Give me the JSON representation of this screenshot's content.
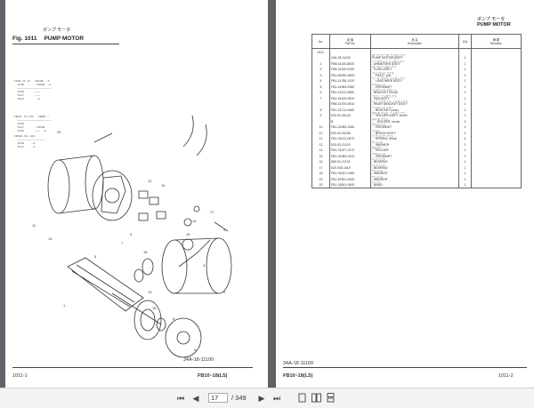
{
  "left_page": {
    "fig_label": "Fig. 1011",
    "fig_name": "PUMP MOTOR",
    "fig_name_jp": "ポンプ モータ",
    "footer_left": "1011-1",
    "footer_model": "FB10~18(LS)",
    "drawing_number": "34A-18-11100",
    "callouts": [
      "1",
      "2",
      "3",
      "4",
      "5",
      "6",
      "7",
      "8",
      "9",
      "10",
      "11",
      "12",
      "13",
      "14",
      "15",
      "16",
      "17",
      "18",
      "19",
      "20"
    ]
  },
  "right_page": {
    "header_jp": "ポンプ モータ",
    "header_en": "PUMP MOTOR",
    "columns": {
      "no": "No.",
      "part_jp": "品 番",
      "part_en": "Part No.",
      "desc_jp": "品 名",
      "desc_en": "Description",
      "qty": "Q'ty",
      "remarks_jp": "摘 要",
      "remarks_en": "Remarks"
    },
    "rows": [
      {
        "no": "1011-",
        "part": "",
        "desc_jp": "",
        "desc": "",
        "qty": ""
      },
      {
        "no": "",
        "part": "34A-18-11100",
        "desc_jp": "ポンプ モータ アッセンブリ",
        "desc": "PUMP MOTOR ASS'Y",
        "qty": "1"
      },
      {
        "no": "1",
        "part": "FB8-31100-8620",
        "desc_jp": "アーマチュア アッセンブリ",
        "desc": ". ARMATURE ASS'Y",
        "qty": "1"
      },
      {
        "no": "2",
        "part": "FB8-31200-8760",
        "desc_jp": "ヨーク アッセンブリ",
        "desc": ". YOKE ASS'Y",
        "qty": "1"
      },
      {
        "no": "3",
        "part": "FB1-83250-3500",
        "desc_jp": "フィールド コイル",
        "desc": ". . FIELD, coil",
        "qty": "2"
      },
      {
        "no": "4",
        "part": "FB1-41785-1310",
        "desc_jp": "リード ワイヤ アッセンブリ",
        "desc": ". . LEAD WIRE ASS'Y",
        "qty": "1"
      },
      {
        "no": "5",
        "part": "FB1-41953-0380",
        "desc_jp": "グロメット",
        "desc": ". . GROMMET",
        "qty": "1"
      },
      {
        "no": "6",
        "part": "FB1-41311-0580",
        "desc_jp": "ブラケット フロント",
        "desc": ". BRACKET (front)",
        "qty": "1"
      },
      {
        "no": "7",
        "part": "FB1-51420-0520",
        "desc_jp": "ファン アッセンブリ",
        "desc": ". FAN ASS'Y",
        "qty": "1"
      },
      {
        "no": "",
        "part": "FB8-31700-0510",
        "desc_jp": "リア ブラケット アッセンブリ",
        "desc": ". REAR BRACKET ASS'Y",
        "qty": "1"
      },
      {
        "no": "8",
        "part": "FB1-31711-0480",
        "desc_jp": "ブラケット リヤー",
        "desc": ". . BRACKET (rear)",
        "qty": "1"
      },
      {
        "no": "9",
        "part": "520-03-26143",
        "desc_jp": "ホルダ ブラシ アッセンブリ",
        "desc": ". . HOLDER ASS'Y, brush",
        "qty": "1"
      },
      {
        "no": "",
        "part": "B",
        "desc_jp": "ホルダ ブラシ",
        "desc": ". . . HOLDER, brush",
        "qty": "4"
      },
      {
        "no": "10",
        "part": "FB1-31953-3180",
        "desc_jp": "グロメット",
        "desc": ". . GROMMET",
        "qty": "1"
      },
      {
        "no": "11",
        "part": "520-03-26180",
        "desc_jp": "ブラシ",
        "desc": ". . BRUSH ASS'Y",
        "qty": "4"
      },
      {
        "no": "12",
        "part": "FB1-31513-0670",
        "desc_jp": "スプリング ブラシ",
        "desc": ". . SPRING, brush",
        "qty": "4"
      },
      {
        "no": "13",
        "part": "520-03-21100",
        "desc_jp": "ワッシャ",
        "desc": ". . WASHER",
        "qty": "1"
      },
      {
        "no": "14",
        "part": "FB1-31927-0170",
        "desc_jp": "ホルダー",
        "desc": ". . HOLDER",
        "qty": "1"
      },
      {
        "no": "15",
        "part": "FB1-31953-0310",
        "desc_jp": "グロメット",
        "desc": ". . GROMMET",
        "qty": "1"
      },
      {
        "no": "16",
        "part": "560-01-21131",
        "desc_jp": "ベアリング",
        "desc": ". BEARING",
        "qty": "1"
      },
      {
        "no": "17",
        "part": "520-935-1610",
        "desc_jp": "ベアリング",
        "desc": ". BEARING",
        "qty": "1"
      },
      {
        "no": "18",
        "part": "FB1-31921-0180",
        "desc_jp": "ワッシャ",
        "desc": ". WASHER",
        "qty": "1"
      },
      {
        "no": "19",
        "part": "FB1-87901-0540",
        "desc_jp": "ワッシャ",
        "desc": ". WASHER",
        "qty": "1"
      },
      {
        "no": "20",
        "part": "FB1-31801-0490",
        "desc_jp": "バンド",
        "desc": ". BAND",
        "qty": "1"
      }
    ],
    "footer_drawing": "34A-18-11100",
    "footer_model": "FB10~18(LS)",
    "footer_right": "1011-2"
  },
  "viewer": {
    "current_page": "17",
    "total_pages": "/ 349",
    "icons": [
      "first-page-icon",
      "prev-page-icon",
      "next-page-icon",
      "last-page-icon",
      "single-page-view-icon",
      "two-page-view-icon",
      "continuous-view-icon"
    ]
  }
}
